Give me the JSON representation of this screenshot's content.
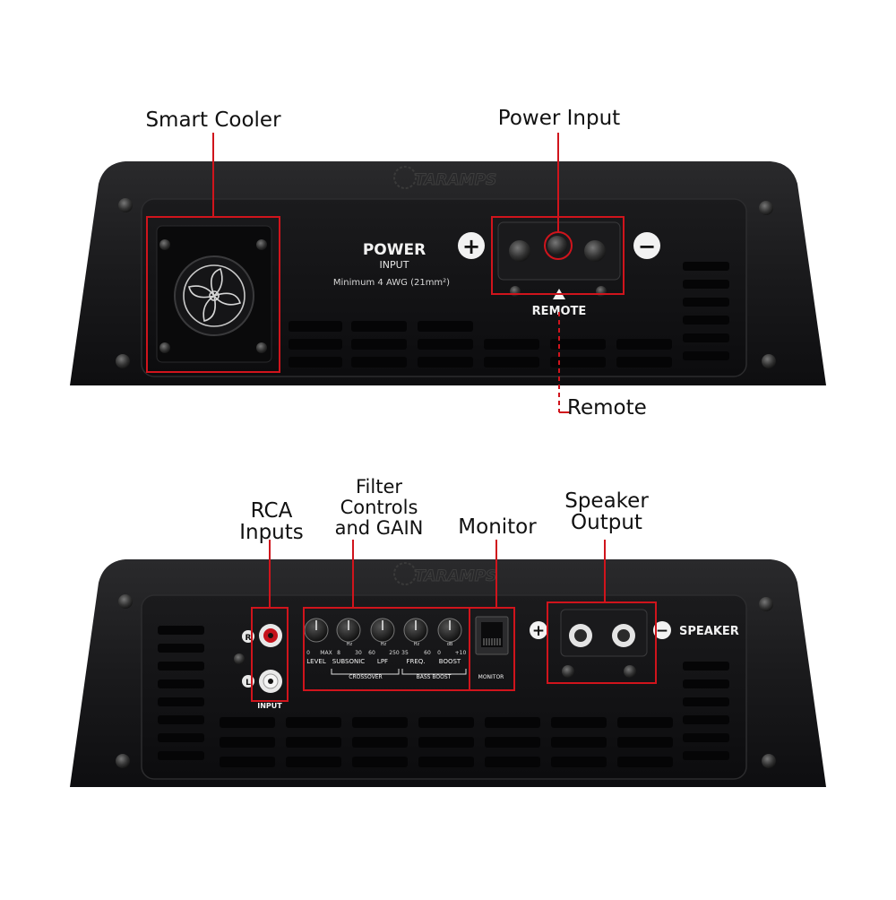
{
  "top_panel": {
    "brand": "TARAMPS",
    "power_title": "POWER",
    "power_subtitle": "INPUT",
    "power_spec": "Minimum 4 AWG (21mm²)",
    "plus_symbol": "+",
    "minus_symbol": "−",
    "remote_label": "REMOTE"
  },
  "bottom_panel": {
    "brand": "TARAMPS",
    "rca_r": "R",
    "rca_l": "L",
    "input_label": "INPUT",
    "knobs": [
      {
        "name": "LEVEL",
        "scale": [
          "0",
          "MAX"
        ]
      },
      {
        "name": "SUBSONIC",
        "scale": [
          "8",
          "Hz",
          "30"
        ]
      },
      {
        "name": "LPF",
        "scale": [
          "60",
          "Hz",
          "250"
        ]
      },
      {
        "name": "FREQ.",
        "scale": [
          "35",
          "Hz",
          "60"
        ]
      },
      {
        "name": "BOOST",
        "scale": [
          "0",
          "dB",
          "+10"
        ]
      }
    ],
    "crossover_label": "CROSSOVER",
    "bass_boost_label": "BASS BOOST",
    "monitor_label": "MONITOR",
    "speaker_label": "SPEAKER",
    "plus_symbol": "+",
    "minus_symbol": "−"
  },
  "callouts": {
    "smart_cooler": "Smart Cooler",
    "power_input": "Power Input",
    "remote": "Remote",
    "rca_line1": "RCA",
    "rca_line2": "Inputs",
    "filter_line1": "Filter",
    "filter_line2": "Controls",
    "filter_line3": "and GAIN",
    "monitor": "Monitor",
    "speaker_line1": "Speaker",
    "speaker_line2": "Output"
  },
  "colors": {
    "accent_red": "#d0141c",
    "chassis": "#1c1c1e",
    "panel": "#111113",
    "label_white": "#f2f2f2"
  }
}
